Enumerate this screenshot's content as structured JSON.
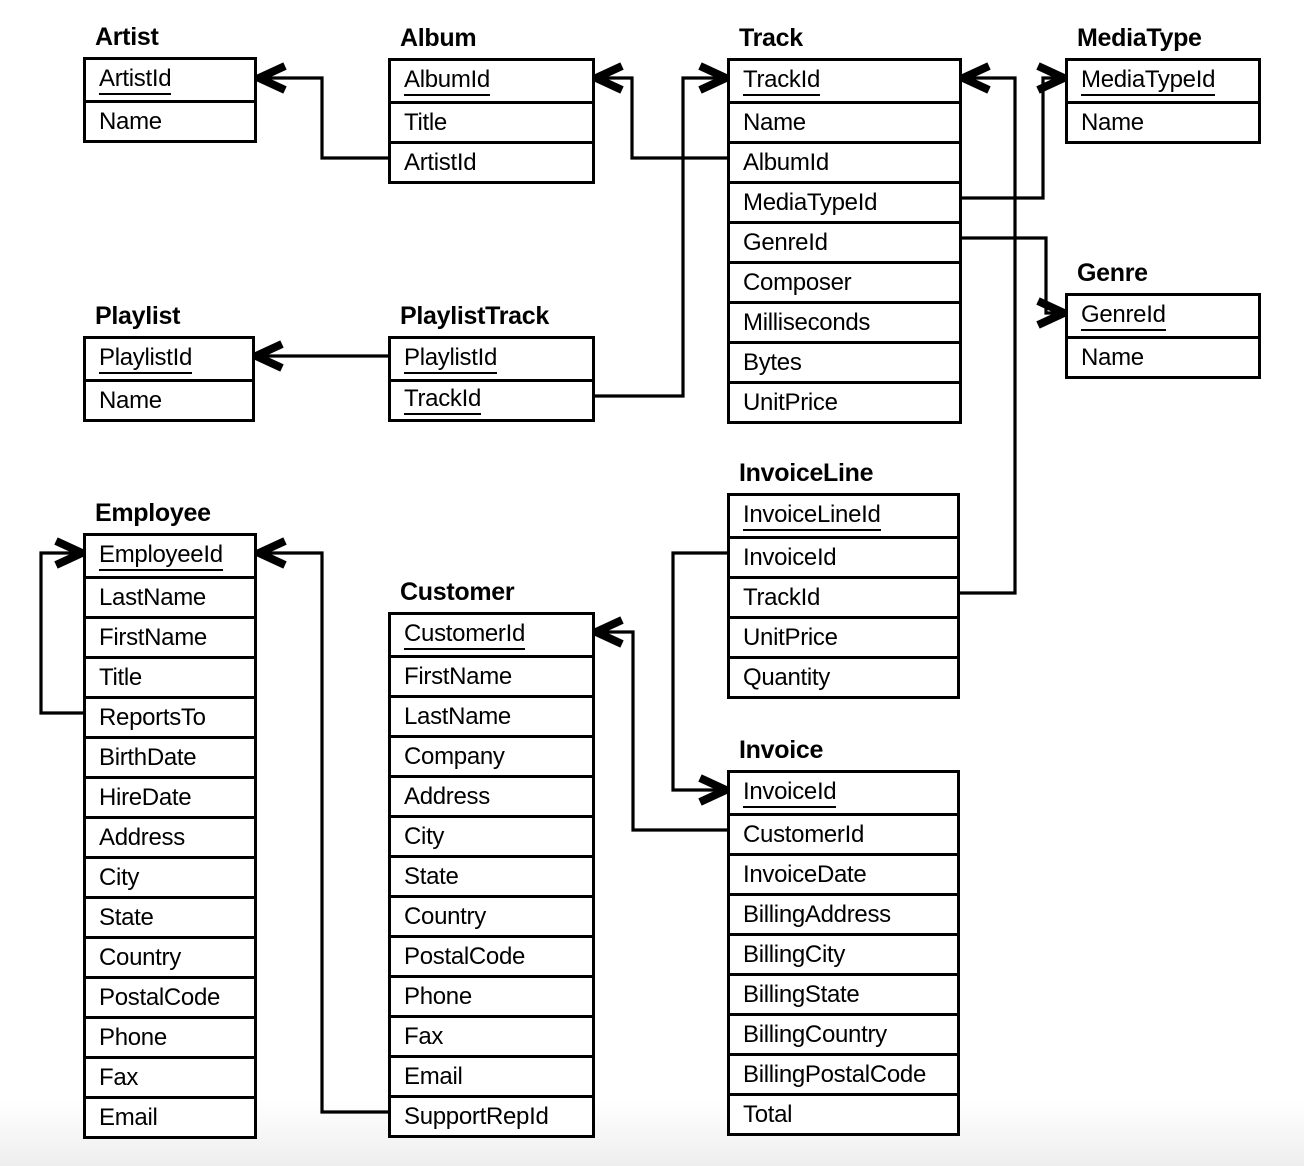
{
  "diagram": {
    "tables": [
      {
        "name": "Artist",
        "fields": [
          {
            "name": "ArtistId",
            "pk": true
          },
          {
            "name": "Name",
            "pk": false
          }
        ]
      },
      {
        "name": "Album",
        "fields": [
          {
            "name": "AlbumId",
            "pk": true
          },
          {
            "name": "Title",
            "pk": false
          },
          {
            "name": "ArtistId",
            "pk": false
          }
        ]
      },
      {
        "name": "Track",
        "fields": [
          {
            "name": "TrackId",
            "pk": true
          },
          {
            "name": "Name",
            "pk": false
          },
          {
            "name": "AlbumId",
            "pk": false
          },
          {
            "name": "MediaTypeId",
            "pk": false
          },
          {
            "name": "GenreId",
            "pk": false
          },
          {
            "name": "Composer",
            "pk": false
          },
          {
            "name": "Milliseconds",
            "pk": false
          },
          {
            "name": "Bytes",
            "pk": false
          },
          {
            "name": "UnitPrice",
            "pk": false
          }
        ]
      },
      {
        "name": "MediaType",
        "fields": [
          {
            "name": "MediaTypeId",
            "pk": true
          },
          {
            "name": "Name",
            "pk": false
          }
        ]
      },
      {
        "name": "Genre",
        "fields": [
          {
            "name": "GenreId",
            "pk": true
          },
          {
            "name": "Name",
            "pk": false
          }
        ]
      },
      {
        "name": "Playlist",
        "fields": [
          {
            "name": "PlaylistId",
            "pk": true
          },
          {
            "name": "Name",
            "pk": false
          }
        ]
      },
      {
        "name": "PlaylistTrack",
        "fields": [
          {
            "name": "PlaylistId",
            "pk": true
          },
          {
            "name": "TrackId",
            "pk": true
          }
        ]
      },
      {
        "name": "Employee",
        "fields": [
          {
            "name": "EmployeeId",
            "pk": true
          },
          {
            "name": "LastName",
            "pk": false
          },
          {
            "name": "FirstName",
            "pk": false
          },
          {
            "name": "Title",
            "pk": false
          },
          {
            "name": "ReportsTo",
            "pk": false
          },
          {
            "name": "BirthDate",
            "pk": false
          },
          {
            "name": "HireDate",
            "pk": false
          },
          {
            "name": "Address",
            "pk": false
          },
          {
            "name": "City",
            "pk": false
          },
          {
            "name": "State",
            "pk": false
          },
          {
            "name": "Country",
            "pk": false
          },
          {
            "name": "PostalCode",
            "pk": false
          },
          {
            "name": "Phone",
            "pk": false
          },
          {
            "name": "Fax",
            "pk": false
          },
          {
            "name": "Email",
            "pk": false
          }
        ]
      },
      {
        "name": "Customer",
        "fields": [
          {
            "name": "CustomerId",
            "pk": true
          },
          {
            "name": "FirstName",
            "pk": false
          },
          {
            "name": "LastName",
            "pk": false
          },
          {
            "name": "Company",
            "pk": false
          },
          {
            "name": "Address",
            "pk": false
          },
          {
            "name": "City",
            "pk": false
          },
          {
            "name": "State",
            "pk": false
          },
          {
            "name": "Country",
            "pk": false
          },
          {
            "name": "PostalCode",
            "pk": false
          },
          {
            "name": "Phone",
            "pk": false
          },
          {
            "name": "Fax",
            "pk": false
          },
          {
            "name": "Email",
            "pk": false
          },
          {
            "name": "SupportRepId",
            "pk": false
          }
        ]
      },
      {
        "name": "InvoiceLine",
        "fields": [
          {
            "name": "InvoiceLineId",
            "pk": true
          },
          {
            "name": "InvoiceId",
            "pk": false
          },
          {
            "name": "TrackId",
            "pk": false
          },
          {
            "name": "UnitPrice",
            "pk": false
          },
          {
            "name": "Quantity",
            "pk": false
          }
        ]
      },
      {
        "name": "Invoice",
        "fields": [
          {
            "name": "InvoiceId",
            "pk": true
          },
          {
            "name": "CustomerId",
            "pk": false
          },
          {
            "name": "InvoiceDate",
            "pk": false
          },
          {
            "name": "BillingAddress",
            "pk": false
          },
          {
            "name": "BillingCity",
            "pk": false
          },
          {
            "name": "BillingState",
            "pk": false
          },
          {
            "name": "BillingCountry",
            "pk": false
          },
          {
            "name": "BillingPostalCode",
            "pk": false
          },
          {
            "name": "Total",
            "pk": false
          }
        ]
      }
    ],
    "relationships": [
      {
        "from": "Album.ArtistId",
        "to": "Artist.ArtistId"
      },
      {
        "from": "Track.AlbumId",
        "to": "Album.AlbumId"
      },
      {
        "from": "PlaylistTrack.TrackId",
        "to": "Track.TrackId"
      },
      {
        "from": "PlaylistTrack.PlaylistId",
        "to": "Playlist.PlaylistId"
      },
      {
        "from": "Track.MediaTypeId",
        "to": "MediaType.MediaTypeId"
      },
      {
        "from": "Track.GenreId",
        "to": "Genre.GenreId"
      },
      {
        "from": "InvoiceLine.TrackId",
        "to": "Track.TrackId"
      },
      {
        "from": "InvoiceLine.InvoiceId",
        "to": "Invoice.InvoiceId"
      },
      {
        "from": "Invoice.CustomerId",
        "to": "Customer.CustomerId"
      },
      {
        "from": "Customer.SupportRepId",
        "to": "Employee.EmployeeId"
      },
      {
        "from": "Employee.ReportsTo",
        "to": "Employee.EmployeeId"
      }
    ],
    "colors": {
      "line": "#000000",
      "background": "#ffffff",
      "text": "#000000"
    }
  }
}
